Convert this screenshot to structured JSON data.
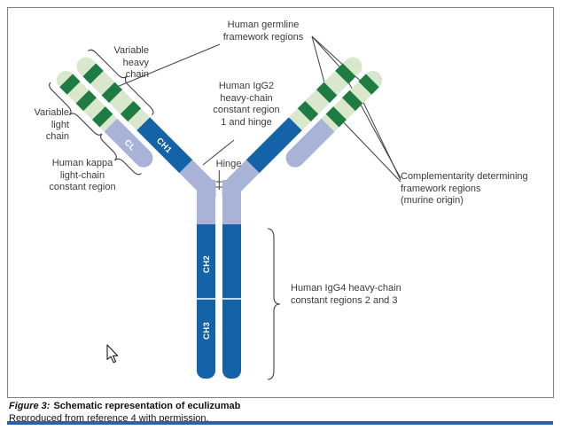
{
  "figure_caption": {
    "label": "Figure 3:",
    "title": "Schematic representation of eculizumab",
    "note": "Reproduced from reference 4 with permission."
  },
  "annotations": {
    "germline": "Human germline\nframework regions",
    "variable_heavy": "Variable\nheavy\nchain",
    "igg2_constant": "Human IgG2\nheavy-chain\nconstant region\n1 and hinge",
    "variable_light": "Variable\nlight\nchain",
    "kappa_constant": "Human kappa\nlight-chain\nconstant region",
    "hinge": "Hinge",
    "cdr": "Complementarity determining\nframework regions\n(murine origin)",
    "igg4_constant": "Human IgG4 heavy-chain\nconstant regions 2 and 3"
  },
  "domain_labels": {
    "ch1": "CH1",
    "cl": "CL",
    "ch2": "CH2",
    "ch3": "CH3"
  },
  "colors": {
    "heavy_constant_blue": "#1463a8",
    "hinge_lavender": "#a9b3d8",
    "variable_light_green": "#d9e8cc",
    "cdr_dark_green": "#1e7b41",
    "footer_bar_blue": "#2f5fa7"
  }
}
